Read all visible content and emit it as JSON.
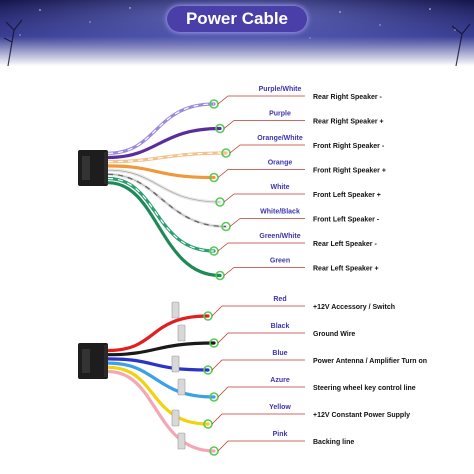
{
  "title": "Power Cable",
  "colors": {
    "banner_dark": "#0c0c40",
    "banner_light": "#7f86d8",
    "pill": "#4a3fa8",
    "label_text": "#3b35b0",
    "leader": "#c0392b",
    "terminal": "#5ac85a"
  },
  "groups": [
    {
      "name": "speaker",
      "wires": [
        {
          "label": "Purple/White",
          "function": "Rear Right Speaker -",
          "color": "#9b8cd8",
          "stripe": "#ffffff"
        },
        {
          "label": "Purple",
          "function": "Rear Right Speaker +",
          "color": "#5b2d9c",
          "stripe": ""
        },
        {
          "label": "Orange/White",
          "function": "Front Right Speaker -",
          "color": "#f3c28a",
          "stripe": "#ffffff"
        },
        {
          "label": "Orange",
          "function": "Front Right Speaker +",
          "color": "#f0983a",
          "stripe": ""
        },
        {
          "label": "White",
          "function": "Front Left Speaker +",
          "color": "#e6e6e6",
          "stripe": ""
        },
        {
          "label": "White/Black",
          "function": "Front Left Speaker -",
          "color": "#e6e6e6",
          "stripe": "#111111"
        },
        {
          "label": "Green/White",
          "function": "Rear Left Speaker -",
          "color": "#2aa071",
          "stripe": "#ffffff"
        },
        {
          "label": "Green",
          "function": "Rear Left Speaker +",
          "color": "#1f8a57",
          "stripe": ""
        }
      ]
    },
    {
      "name": "power",
      "wires": [
        {
          "label": "Red",
          "function": "+12V  Accessory / Switch",
          "color": "#e02020",
          "stripe": ""
        },
        {
          "label": "Black",
          "function": "Ground Wire",
          "color": "#1a1a1a",
          "stripe": ""
        },
        {
          "label": "Blue",
          "function": "Power Antenna / Amplifier Turn on",
          "color": "#2a35c8",
          "stripe": ""
        },
        {
          "label": "Azure",
          "function": "Steering wheel key control line",
          "color": "#3aa0e8",
          "stripe": ""
        },
        {
          "label": "Yellow",
          "function": "+12V Constant Power Supply",
          "color": "#f2d20a",
          "stripe": ""
        },
        {
          "label": "Pink",
          "function": "Backing line",
          "color": "#f4a6b4",
          "stripe": ""
        }
      ]
    }
  ]
}
